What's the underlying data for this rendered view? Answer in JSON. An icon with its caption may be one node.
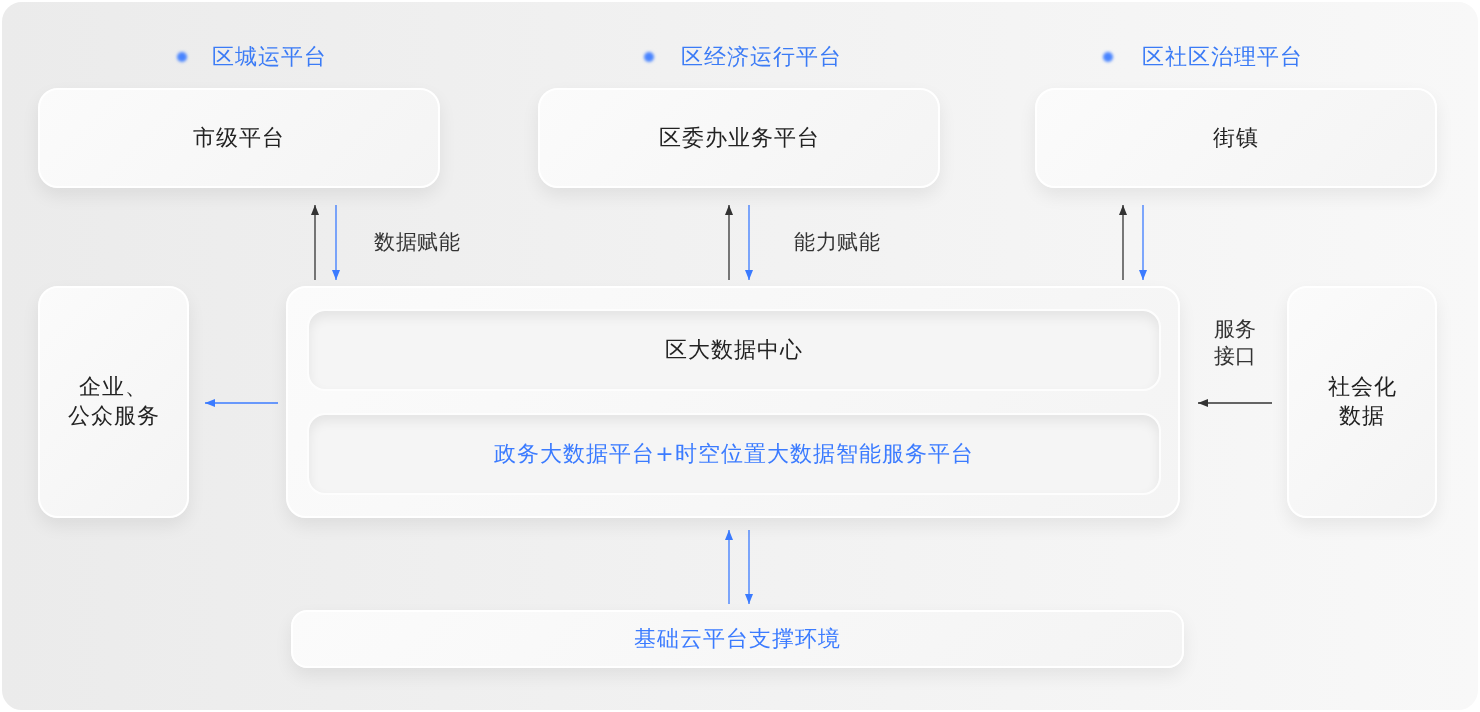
{
  "diagram": {
    "nodes": [
      {
        "text": [
          "市级平台"
        ]
      },
      {
        "text": [
          "区委办业务平台"
        ]
      },
      {
        "text": [
          "街镇"
        ]
      },
      {
        "text": [
          "企业、公众服务"
        ]
      },
      {
        "text": [],
        "shape": "box"
      },
      {
        "text": [
          "区大数据中心"
        ],
        "in": 4
      },
      {
        "text": [
          "政务大数据平台+时空位置大数据智能服务平台"
        ],
        "in": 4
      },
      {
        "text": [
          "社会化数据"
        ]
      },
      {
        "text": [
          "基础云平台支撑环境"
        ]
      }
    ],
    "edges": [
      {
        "from": 4,
        "to": 0,
        "arrow": "to",
        "color": "#333333"
      },
      {
        "from": 0,
        "to": 4,
        "arrow": "to",
        "label": "数据赋能"
      },
      {
        "from": 4,
        "to": 1,
        "arrow": "to",
        "color": "#333333"
      },
      {
        "from": 1,
        "to": 4,
        "arrow": "to",
        "label": "能力赋能"
      },
      {
        "from": 4,
        "to": 2,
        "arrow": "to",
        "color": "#333333"
      },
      {
        "from": 2,
        "to": 4,
        "arrow": "to"
      },
      {
        "from": 4,
        "to": 3,
        "arrow": "to"
      },
      {
        "from": 7,
        "to": 4,
        "arrow": "to",
        "color": "#333333",
        "label": "服务接口"
      },
      {
        "from": 8,
        "to": 4,
        "arrow": "to"
      },
      {
        "from": 4,
        "to": 8,
        "arrow": "to"
      }
    ],
    "labels": [
      "区城运平台",
      "区经济运行平台",
      "区社区治理平台"
    ]
  }
}
